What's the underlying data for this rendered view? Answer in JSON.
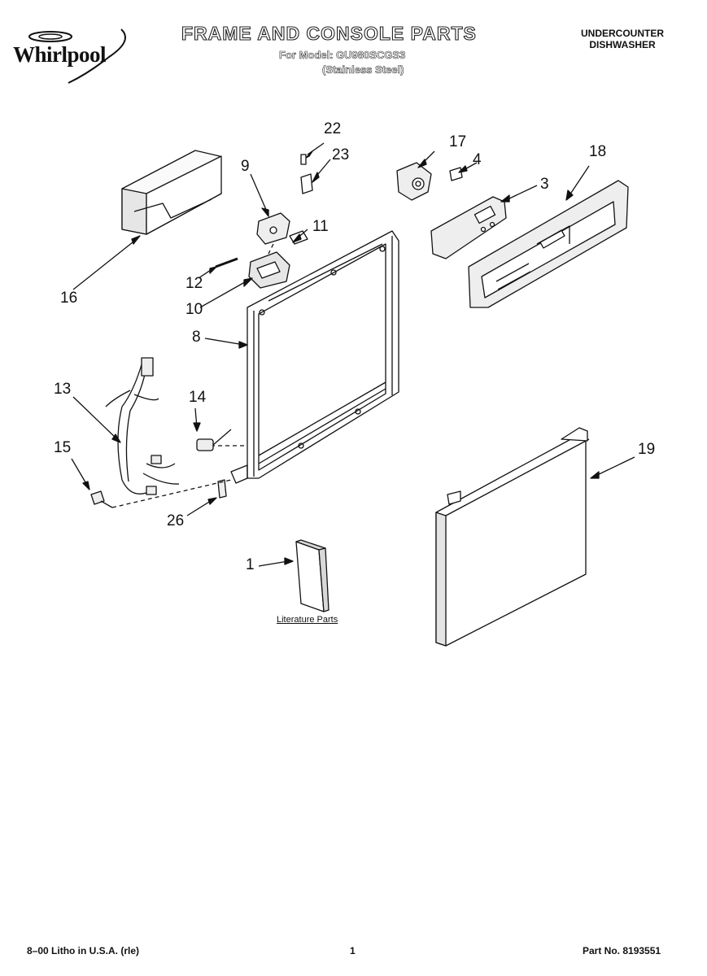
{
  "header": {
    "brand": "Whirlpool",
    "title": "FRAME AND CONSOLE PARTS",
    "model_line": "For Model: GU980SCGS3",
    "finish": "(Stainless Steel)",
    "product_type_line1": "UNDERCOUNTER",
    "product_type_line2": "DISHWASHER"
  },
  "callouts": [
    "22",
    "23",
    "17",
    "4",
    "18",
    "9",
    "3",
    "11",
    "16",
    "12",
    "10",
    "8",
    "13",
    "14",
    "15",
    "26",
    "19",
    "1"
  ],
  "literature_label": "Literature Parts",
  "footer": {
    "left": "8–00 Litho in U.S.A. (rle)",
    "page_number": "1",
    "part_number": "Part No. 8193551"
  },
  "colors": {
    "ink": "#111111",
    "paper": "#ffffff",
    "shade": "#d8d8d8"
  }
}
